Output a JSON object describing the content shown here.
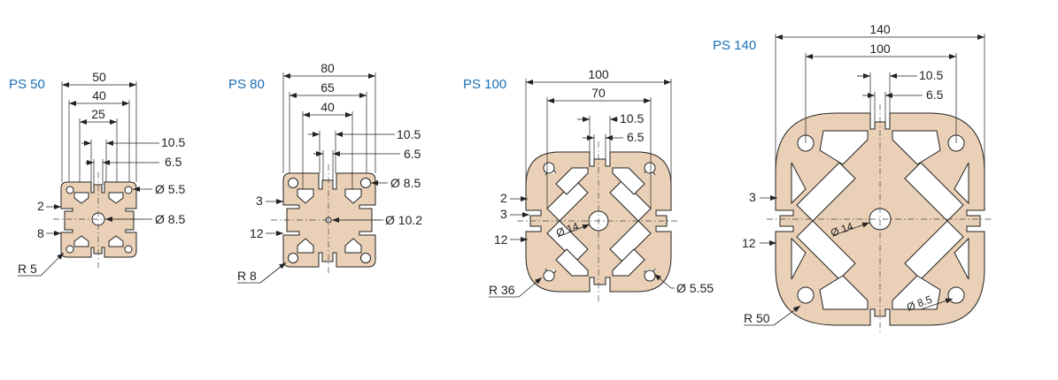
{
  "profiles": [
    {
      "id": "ps50",
      "title": "PS 50",
      "widths": [
        "50",
        "40",
        "25",
        "10.5",
        "6.5"
      ],
      "left_labels": [
        "2",
        "8"
      ],
      "right_labels": [
        "Ø 5.5",
        "Ø 8.5"
      ],
      "radius": "R 5"
    },
    {
      "id": "ps80",
      "title": "PS 80",
      "widths": [
        "80",
        "65",
        "40",
        "10.5",
        "6.5"
      ],
      "left_labels": [
        "3",
        "12"
      ],
      "right_labels": [
        "Ø 8.5",
        "Ø 10.2"
      ],
      "radius": "R 8"
    },
    {
      "id": "ps100",
      "title": "PS 100",
      "widths": [
        "100",
        "70",
        "10.5",
        "6.5"
      ],
      "left_labels": [
        "2",
        "3",
        "12"
      ],
      "center_label": "Ø 14",
      "right_labels": [
        "Ø 5.55"
      ],
      "radius": "R 36"
    },
    {
      "id": "ps140",
      "title": "PS 140",
      "widths": [
        "140",
        "100",
        "10.5",
        "6.5"
      ],
      "left_labels": [
        "3",
        "12"
      ],
      "center_label": "Ø 14",
      "right_labels": [
        "Ø 8.5"
      ],
      "radius": "R 50"
    }
  ]
}
